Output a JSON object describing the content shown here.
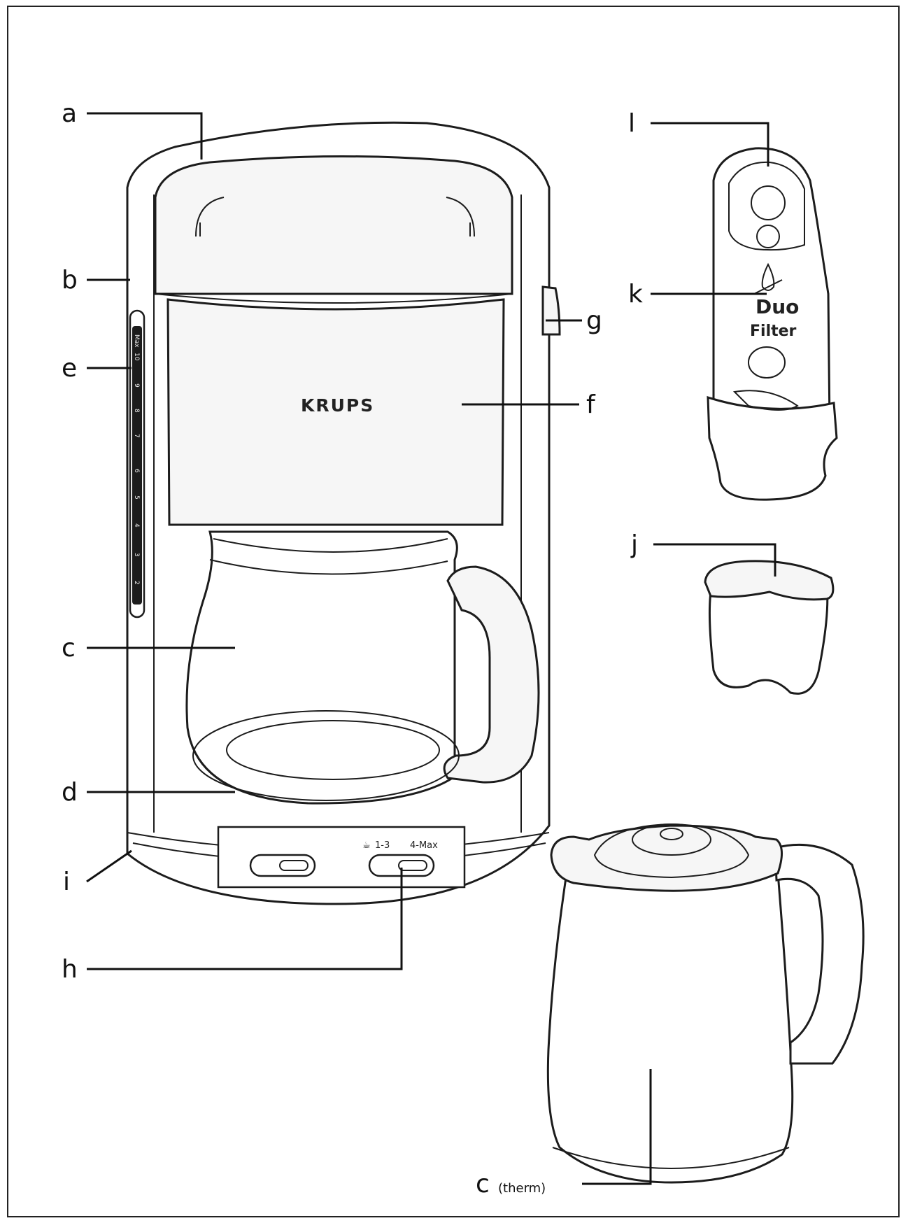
{
  "brand": "KRUPS",
  "labels": {
    "a": "a",
    "b": "b",
    "c": "c",
    "d": "d",
    "e": "e",
    "f": "f",
    "g": "g",
    "h": "h",
    "i": "i",
    "j": "j",
    "k": "k",
    "l": "l",
    "c_therm": "c",
    "therm": "(therm)"
  },
  "water_scale": {
    "top": "Max",
    "ticks": [
      "10",
      "9",
      "8",
      "7",
      "6",
      "5",
      "4",
      "3",
      "2"
    ]
  },
  "control_panel": {
    "left_setting": "1-3",
    "right_setting": "4-Max"
  },
  "filter": {
    "word1": "Duo",
    "word2": "Filter"
  }
}
